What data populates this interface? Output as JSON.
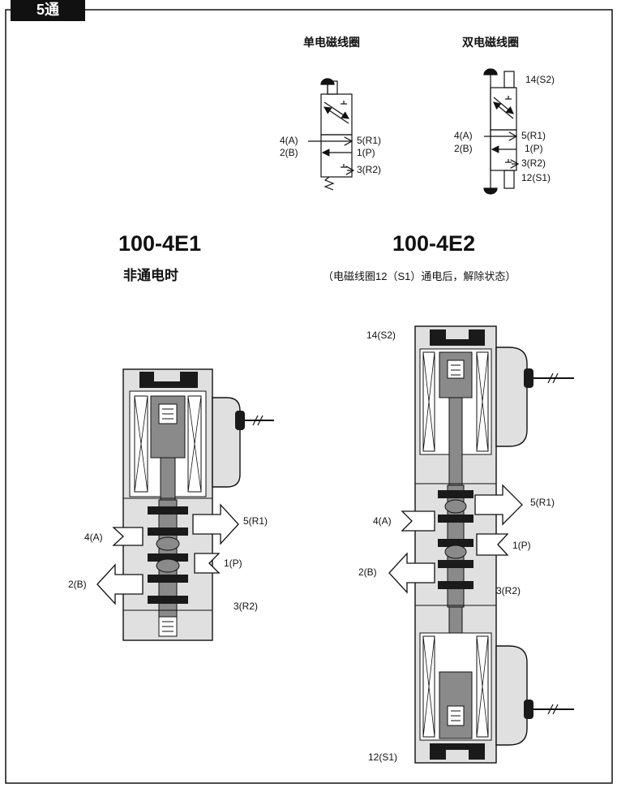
{
  "section_tag": "5通",
  "symbols": {
    "single_title": "单电磁线圈",
    "double_title": "双电磁线圈"
  },
  "left": {
    "model": "100-4E1",
    "state": "非通电时"
  },
  "right": {
    "model": "100-4E2",
    "state_note": "（电磁线圈12（S1）通电后，解除状态）"
  },
  "port_labels": {
    "a": "4(A)",
    "b": "2(B)",
    "p": "1(P)",
    "r1": "5(R1)",
    "r2": "3(R2)",
    "s1": "12(S1)",
    "s2": "14(S2)"
  },
  "colors": {
    "outline": "#111111",
    "body_gray": "#e0e0e0",
    "dark_gray": "#8a8a8a",
    "black": "#1a1a1a"
  }
}
